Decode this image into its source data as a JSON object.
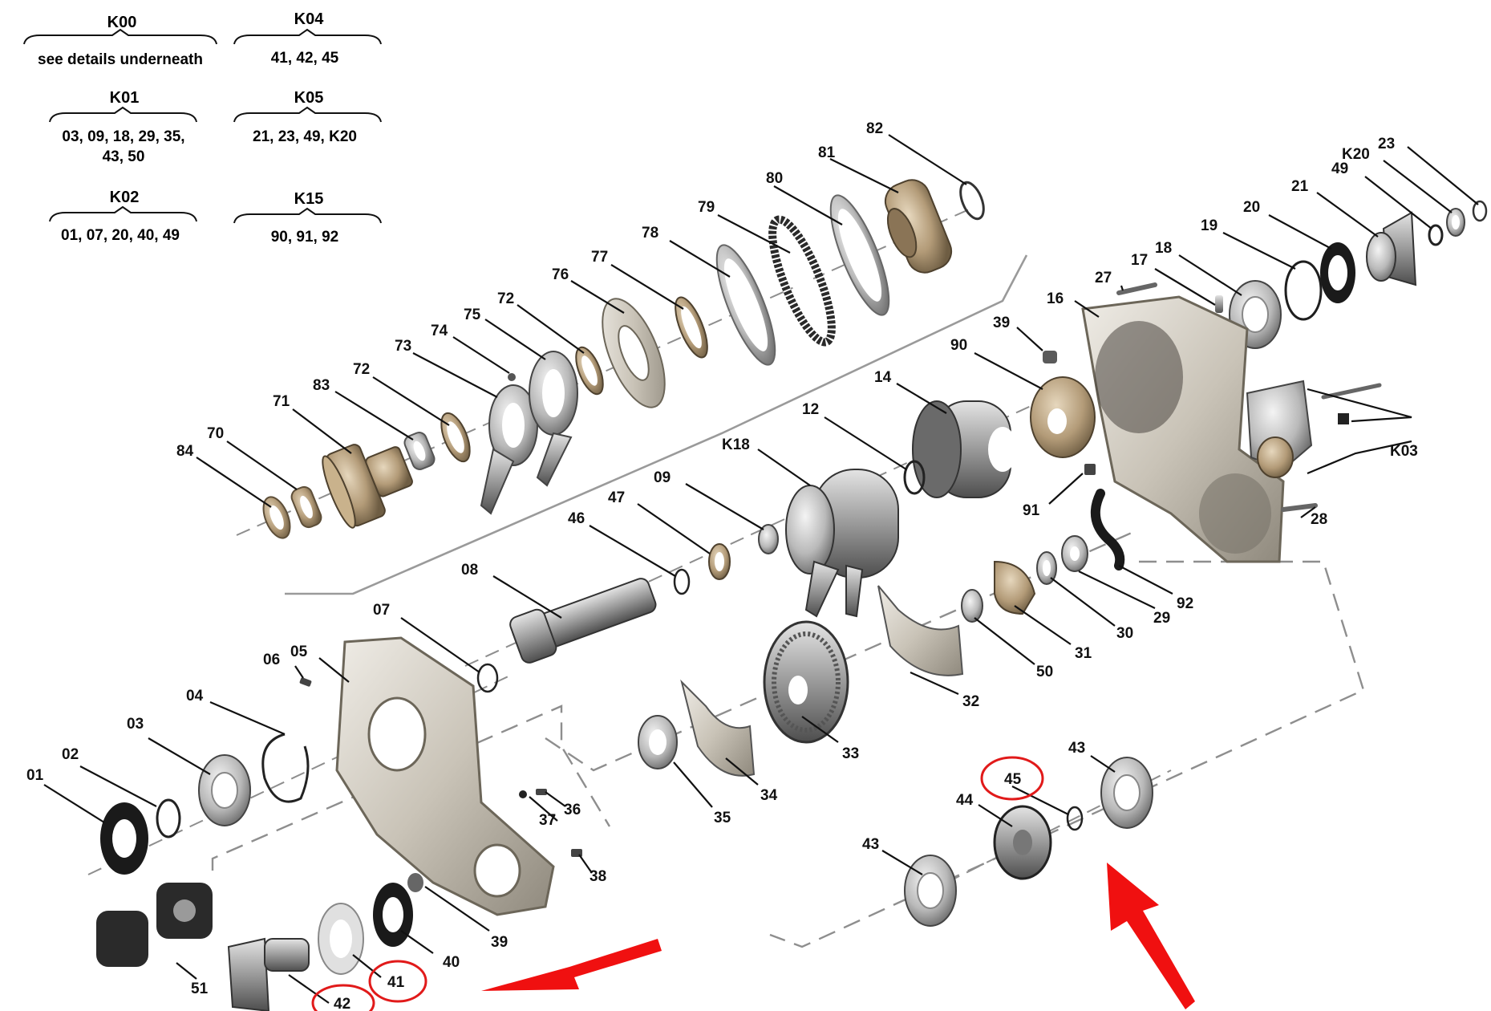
{
  "colors": {
    "highlight": "#e11a1a",
    "arrow": "#f01010",
    "steel": "#b9b9b9",
    "dark_steel": "#6f6f6f",
    "rubber": "#1a1a1a",
    "casting": "#cfcac0",
    "bronze": "#b39b78"
  },
  "legend": [
    {
      "head": "K00",
      "lines": [
        "see details underneath"
      ]
    },
    {
      "head": "K04",
      "lines": [
        "41, 42, 45"
      ]
    },
    {
      "head": "K01",
      "lines": [
        "03, 09, 18, 29, 35,",
        "43, 50"
      ]
    },
    {
      "head": "K05",
      "lines": [
        "21, 23, 49, K20"
      ]
    },
    {
      "head": "K02",
      "lines": [
        "01, 07, 20, 40, 49"
      ]
    },
    {
      "head": "K15",
      "lines": [
        "90, 91, 92"
      ]
    }
  ],
  "callouts": {
    "p84": "84",
    "p70": "70",
    "p71": "71",
    "p83": "83",
    "p72a": "72",
    "p73": "73",
    "p74": "74",
    "p75": "75",
    "p72b": "72",
    "p76": "76",
    "p77": "77",
    "p78": "78",
    "p79": "79",
    "p80": "80",
    "p81": "81",
    "p82": "82",
    "p23": "23",
    "pK20": "K20",
    "p49": "49",
    "p21": "21",
    "p20": "20",
    "p19": "19",
    "p18": "18",
    "p17": "17",
    "p27": "27",
    "p16": "16",
    "p39a": "39",
    "p90": "90",
    "p14": "14",
    "p12": "12",
    "pK18": "K18",
    "p09": "09",
    "p47": "47",
    "p46": "46",
    "p08": "08",
    "p07": "07",
    "p06": "06",
    "p05": "05",
    "p04": "04",
    "p03": "03",
    "p02": "02",
    "p01": "01",
    "pK03": "K03",
    "p91": "91",
    "p28": "28",
    "p92": "92",
    "p29": "29",
    "p30": "30",
    "p31": "31",
    "p50": "50",
    "p32": "32",
    "p33": "33",
    "p34": "34",
    "p35": "35",
    "p36": "36",
    "p37": "37",
    "p38": "38",
    "p39b": "39",
    "p40": "40",
    "p41": "41",
    "p42": "42",
    "p51": "51",
    "p45": "45",
    "p44": "44",
    "p43a": "43",
    "p43b": "43"
  }
}
